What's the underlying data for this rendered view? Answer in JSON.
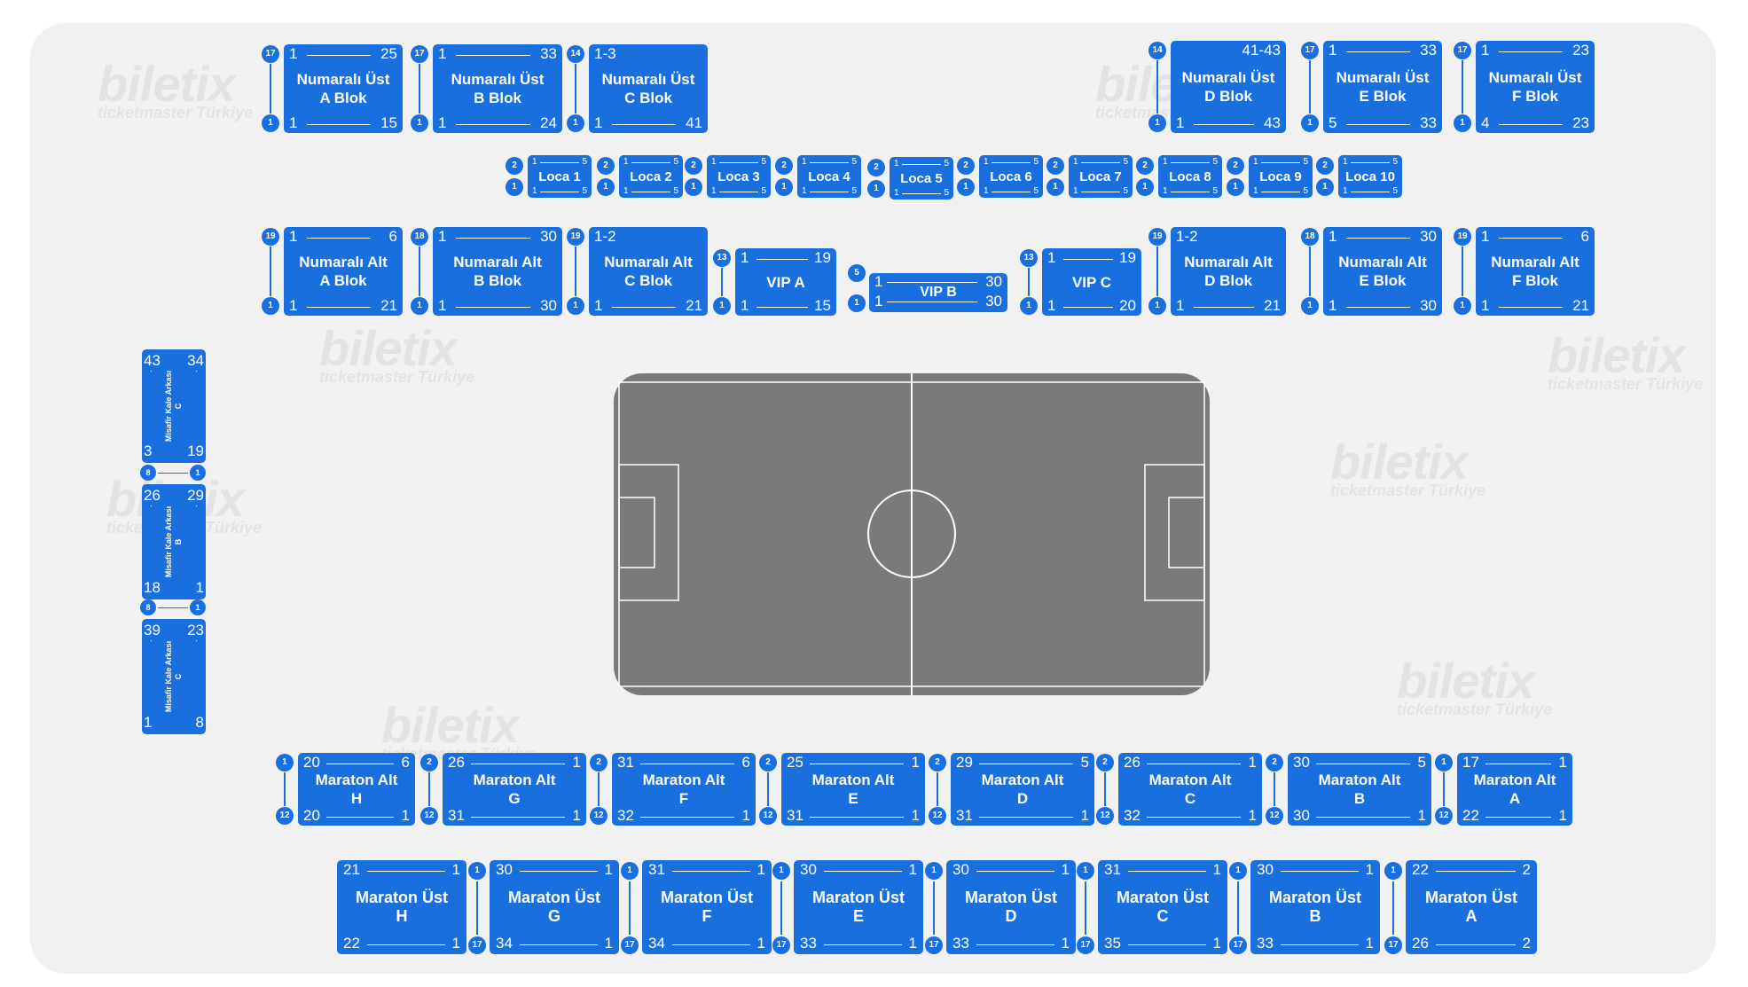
{
  "watermark": {
    "brand": "biletix",
    "sub": "ticketmaster Türkiye"
  },
  "pitch": {
    "label": ""
  },
  "upper_top": [
    {
      "id": "num-ust-a",
      "name": "Numaralı Üst\nA Blok",
      "tl": "1",
      "tr": "25",
      "bl": "1",
      "br": "15",
      "b_top": "17",
      "b_bot": "1"
    },
    {
      "id": "num-ust-b",
      "name": "Numaralı Üst\nB Blok",
      "tl": "1",
      "tr": "33",
      "bl": "1",
      "br": "24",
      "b_top": "17",
      "b_bot": "1"
    },
    {
      "id": "num-ust-c",
      "name": "Numaralı Üst\nC Blok",
      "tl": "1-3",
      "tr": "",
      "bl": "1",
      "br": "41",
      "b_top": "14",
      "b_bot": "1"
    },
    {
      "id": "num-ust-d",
      "name": "Numaralı Üst\nD Blok",
      "tl": "",
      "tr": "41-43",
      "bl": "1",
      "br": "43",
      "b_top": "14",
      "b_bot": "1"
    },
    {
      "id": "num-ust-e",
      "name": "Numaralı Üst\nE Blok",
      "tl": "1",
      "tr": "33",
      "bl": "5",
      "br": "33",
      "b_top": "17",
      "b_bot": "1"
    },
    {
      "id": "num-ust-f",
      "name": "Numaralı Üst\nF Blok",
      "tl": "1",
      "tr": "23",
      "bl": "4",
      "br": "23",
      "b_top": "17",
      "b_bot": "1"
    }
  ],
  "locas": [
    {
      "name": "Loca 1",
      "a": "1",
      "b": "5"
    },
    {
      "name": "Loca 2",
      "a": "1",
      "b": "5"
    },
    {
      "name": "Loca 3",
      "a": "1",
      "b": "5"
    },
    {
      "name": "Loca 4",
      "a": "1",
      "b": "5"
    },
    {
      "name": "Loca 5",
      "a": "1",
      "b": "5"
    },
    {
      "name": "Loca 6",
      "a": "1",
      "b": "5"
    },
    {
      "name": "Loca 7",
      "a": "1",
      "b": "5"
    },
    {
      "name": "Loca 8",
      "a": "1",
      "b": "5"
    },
    {
      "name": "Loca 9",
      "a": "1",
      "b": "5"
    },
    {
      "name": "Loca 10",
      "a": "1",
      "b": "5"
    }
  ],
  "loca_badges": {
    "top": "2",
    "bot": "1"
  },
  "lower_top": [
    {
      "id": "num-alt-a",
      "name": "Numaralı Alt\nA Blok",
      "tl": "1",
      "tr": "6",
      "bl": "1",
      "br": "21",
      "b_top": "19",
      "b_bot": "1"
    },
    {
      "id": "num-alt-b",
      "name": "Numaralı Alt\nB Blok",
      "tl": "1",
      "tr": "30",
      "bl": "1",
      "br": "30",
      "b_top": "18",
      "b_bot": "1"
    },
    {
      "id": "num-alt-c",
      "name": "Numaralı Alt\nC Blok",
      "tl": "1-2",
      "tr": "",
      "bl": "1",
      "br": "21",
      "b_top": "19",
      "b_bot": "1"
    },
    {
      "id": "vip-a",
      "name": "VIP A",
      "tl": "1",
      "tr": "19",
      "bl": "1",
      "br": "15",
      "b_top": "13",
      "b_bot": "1"
    },
    {
      "id": "vip-b",
      "name": "VIP B",
      "tl": "1",
      "tr": "30",
      "bl": "1",
      "br": "30",
      "b_top": "5",
      "b_bot": "1"
    },
    {
      "id": "vip-c",
      "name": "VIP C",
      "tl": "1",
      "tr": "19",
      "bl": "1",
      "br": "20",
      "b_top": "13",
      "b_bot": "1"
    },
    {
      "id": "num-alt-d",
      "name": "Numaralı Alt\nD Blok",
      "tl": "1-2",
      "tr": "",
      "bl": "1",
      "br": "21",
      "b_top": "19",
      "b_bot": "1"
    },
    {
      "id": "num-alt-e",
      "name": "Numaralı Alt\nE Blok",
      "tl": "1",
      "tr": "30",
      "bl": "1",
      "br": "30",
      "b_top": "18",
      "b_bot": "1"
    },
    {
      "id": "num-alt-f",
      "name": "Numaralı Alt\nF Blok",
      "tl": "1",
      "tr": "6",
      "bl": "1",
      "br": "21",
      "b_top": "19",
      "b_bot": "1"
    }
  ],
  "away": [
    {
      "id": "away-c1",
      "name": "Misafir Kale Arkası\nC",
      "tl": "43",
      "tr": "34",
      "bl": "3",
      "br": "19"
    },
    {
      "id": "away-b",
      "name": "Misafir Kale Arkası\nB",
      "tl": "26",
      "tr": "29",
      "bl": "18",
      "br": "1"
    },
    {
      "id": "away-c2",
      "name": "Misafir Kale Arkası\nC",
      "tl": "39",
      "tr": "23",
      "bl": "1",
      "br": "8"
    }
  ],
  "away_badges": [
    {
      "l": "8",
      "r": "1"
    },
    {
      "l": "8",
      "r": "1"
    }
  ],
  "maraton_alt": [
    {
      "id": "mar-alt-h",
      "name": "Maraton Alt\nH",
      "tl": "20",
      "tr": "6",
      "bl": "20",
      "br": "1",
      "b_top": "1",
      "b_bot": "12"
    },
    {
      "id": "mar-alt-g",
      "name": "Maraton Alt\nG",
      "tl": "26",
      "tr": "1",
      "bl": "31",
      "br": "1",
      "b_top": "2",
      "b_bot": "12"
    },
    {
      "id": "mar-alt-f",
      "name": "Maraton Alt\nF",
      "tl": "31",
      "tr": "6",
      "bl": "32",
      "br": "1",
      "b_top": "2",
      "b_bot": "12"
    },
    {
      "id": "mar-alt-e",
      "name": "Maraton Alt\nE",
      "tl": "25",
      "tr": "1",
      "bl": "31",
      "br": "1",
      "b_top": "2",
      "b_bot": "12"
    },
    {
      "id": "mar-alt-d",
      "name": "Maraton Alt\nD",
      "tl": "29",
      "tr": "5",
      "bl": "31",
      "br": "1",
      "b_top": "2",
      "b_bot": "12"
    },
    {
      "id": "mar-alt-c",
      "name": "Maraton Alt\nC",
      "tl": "26",
      "tr": "1",
      "bl": "32",
      "br": "1",
      "b_top": "2",
      "b_bot": "12"
    },
    {
      "id": "mar-alt-b",
      "name": "Maraton Alt\nB",
      "tl": "30",
      "tr": "5",
      "bl": "30",
      "br": "1",
      "b_top": "2",
      "b_bot": "12"
    },
    {
      "id": "mar-alt-a",
      "name": "Maraton Alt\nA",
      "tl": "17",
      "tr": "1",
      "bl": "22",
      "br": "1",
      "b_top": "1",
      "b_bot": "12"
    }
  ],
  "maraton_ust": [
    {
      "id": "mar-ust-h",
      "name": "Maraton Üst\nH",
      "tl": "21",
      "tr": "1",
      "bl": "22",
      "br": "1",
      "b_top": "1",
      "b_bot": "17"
    },
    {
      "id": "mar-ust-g",
      "name": "Maraton Üst\nG",
      "tl": "30",
      "tr": "1",
      "bl": "34",
      "br": "1",
      "b_top": "1",
      "b_bot": "17"
    },
    {
      "id": "mar-ust-f",
      "name": "Maraton Üst\nF",
      "tl": "31",
      "tr": "1",
      "bl": "34",
      "br": "1",
      "b_top": "1",
      "b_bot": "17"
    },
    {
      "id": "mar-ust-e",
      "name": "Maraton Üst\nE",
      "tl": "30",
      "tr": "1",
      "bl": "33",
      "br": "1",
      "b_top": "1",
      "b_bot": "17"
    },
    {
      "id": "mar-ust-d",
      "name": "Maraton Üst\nD",
      "tl": "30",
      "tr": "1",
      "bl": "33",
      "br": "1",
      "b_top": "1",
      "b_bot": "17"
    },
    {
      "id": "mar-ust-c",
      "name": "Maraton Üst\nC",
      "tl": "31",
      "tr": "1",
      "bl": "35",
      "br": "1",
      "b_top": "1",
      "b_bot": "17"
    },
    {
      "id": "mar-ust-b",
      "name": "Maraton Üst\nB",
      "tl": "30",
      "tr": "1",
      "bl": "33",
      "br": "1",
      "b_top": "1",
      "b_bot": "17"
    },
    {
      "id": "mar-ust-a",
      "name": "Maraton Üst\nA",
      "tl": "22",
      "tr": "2",
      "bl": "26",
      "br": "2",
      "b_top": "1",
      "b_bot": "17"
    }
  ],
  "colors": {
    "block": "#1a6fdf",
    "pitch": "#7a7a7a",
    "canvas": "#f1f1f1",
    "watermark": "#e3e3e3"
  }
}
